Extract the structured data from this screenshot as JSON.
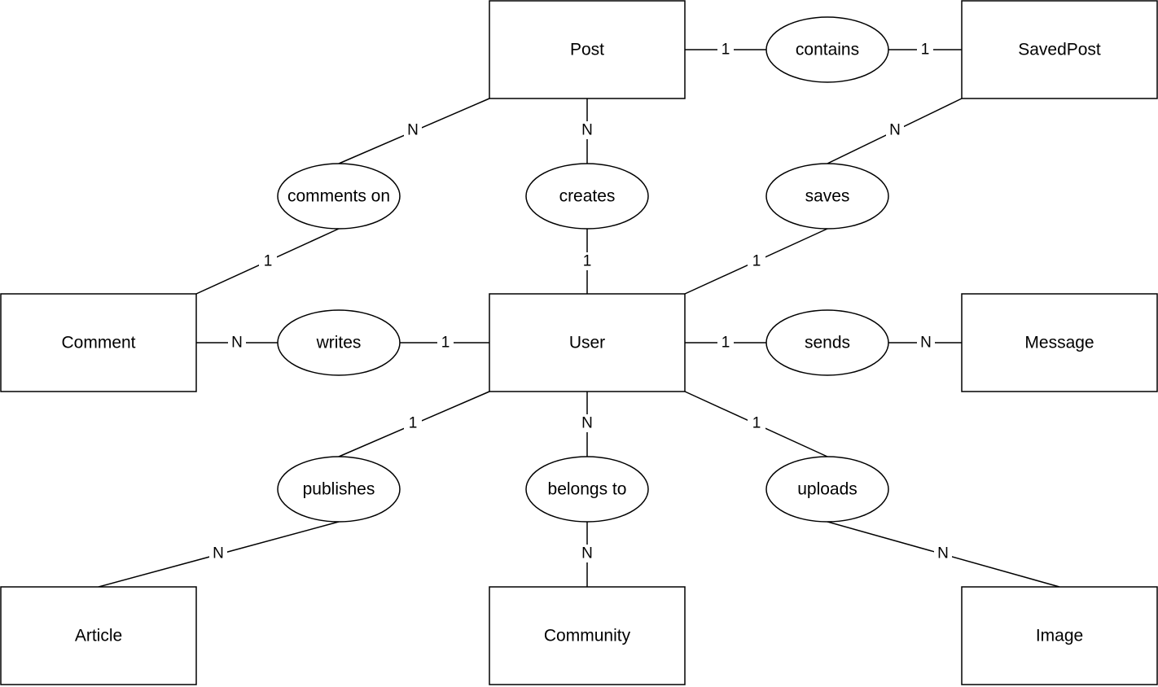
{
  "diagram": {
    "type": "entity-relationship",
    "entities": {
      "post": "Post",
      "saved_post": "SavedPost",
      "comment": "Comment",
      "user": "User",
      "message": "Message",
      "article": "Article",
      "community": "Community",
      "image": "Image"
    },
    "relationships": {
      "contains": "contains",
      "comments_on": "comments on",
      "creates": "creates",
      "saves": "saves",
      "writes": "writes",
      "sends": "sends",
      "publishes": "publishes",
      "belongs_to": "belongs to",
      "uploads": "uploads"
    },
    "cardinalities": {
      "post_contains": "1",
      "contains_savedpost": "1",
      "post_comments_on": "N",
      "comments_on_comment": "1",
      "post_creates": "N",
      "creates_user": "1",
      "savedpost_saves": "N",
      "saves_user": "1",
      "comment_writes": "N",
      "writes_user": "1",
      "user_sends": "1",
      "sends_message": "N",
      "user_publishes": "1",
      "publishes_article": "N",
      "user_belongs_to": "N",
      "belongs_to_community": "N",
      "user_uploads": "1",
      "uploads_image": "N"
    }
  }
}
